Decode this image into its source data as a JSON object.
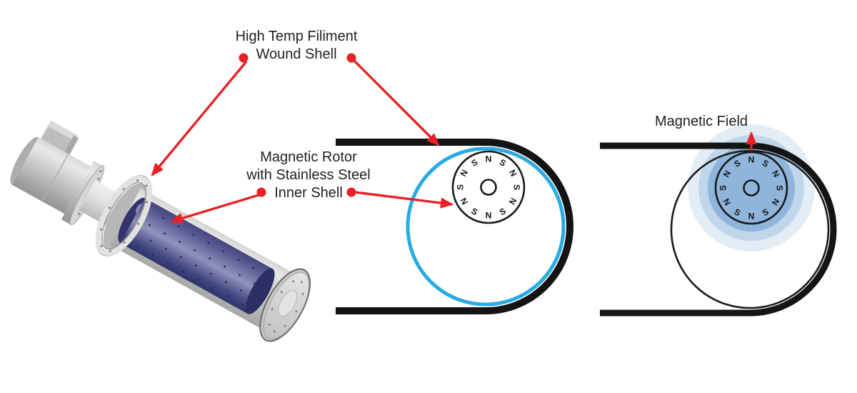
{
  "diagram": {
    "callout_shell": {
      "line1": "High Temp Filiment",
      "line2": "Wound Shell"
    },
    "callout_rotor": {
      "line1": "Magnetic Rotor",
      "line2": "with Stainless Steel",
      "line3": "Inner Shell"
    },
    "callout_field": {
      "label": "Magnetic Field"
    },
    "magnet_poles": [
      "N",
      "S",
      "N",
      "S",
      "N",
      "S",
      "N",
      "S",
      "N",
      "S",
      "N",
      "S"
    ],
    "colors": {
      "callout_red": "#e82127",
      "belt_black": "#141414",
      "shell_cyan": "#29abe2",
      "field_halo_inner": "#8fb5dc",
      "field_halo_mid": "#bfd6eb",
      "field_halo_outer": "#e3edf6",
      "rotor_blue": "#4c5088",
      "housing_gray": "#cfcfcd",
      "text_dark": "#232021"
    }
  }
}
